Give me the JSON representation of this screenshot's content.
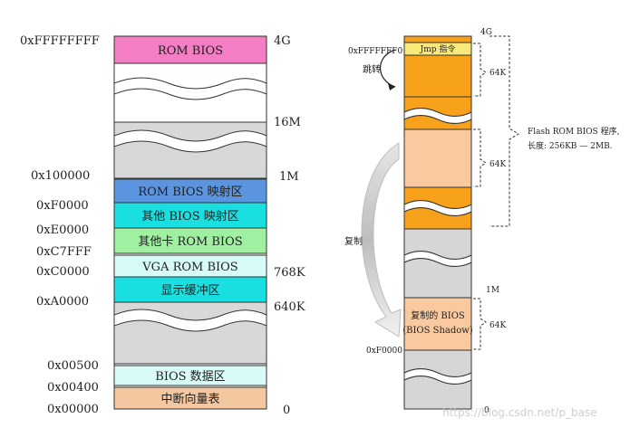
{
  "left": {
    "addresses": [
      "0xFFFFFFFF",
      "0x100000",
      "0xF0000",
      "0xE0000",
      "0xC7FFF",
      "0xC0000",
      "0xA0000",
      "0x00500",
      "0x00400",
      "0x00000"
    ],
    "sizes": [
      "4G",
      "16M",
      "1M",
      "768K",
      "640K",
      "0"
    ],
    "blocks": [
      {
        "label": "ROM BIOS",
        "color": "#f47ec3"
      },
      {
        "label": "ROM BIOS 映射区",
        "color": "#5b95e0"
      },
      {
        "label": "其他 BIOS 映射区",
        "color": "#19dfe0"
      },
      {
        "label": "其他卡 ROM BIOS",
        "color": "#9ff0a0"
      },
      {
        "label": "VGA ROM BIOS",
        "color": "#d6fbf8"
      },
      {
        "label": "显示缓冲区",
        "color": "#19dfe0"
      },
      {
        "label": "BIOS 数据区",
        "color": "#d9fbf8"
      },
      {
        "label": "中断向量表",
        "color": "#f3c79f"
      }
    ]
  },
  "right": {
    "top_size": "4G",
    "top_address": "0xFFFFFFF0",
    "jmp_label": "Jmp 指令",
    "jump_label": "跳转",
    "size_64k": "64K",
    "flash_label": "Flash ROM BIOS 程序,",
    "flash_length": "长度: 256KB — 2MB.",
    "copy_label": "复制",
    "mark_1m": "1M",
    "shadow_line1": "复制的 BIOS",
    "shadow_line2": "(BIOS Shadow)",
    "bottom_address": "0xF0000",
    "bottom_size": "0",
    "colors": {
      "orange": "#f7a21a",
      "peach": "#f9c9a0",
      "yellow": "#f8e97a",
      "gray": "#d6d6d6"
    }
  },
  "watermark": "https://blog.csdn.net/p_base"
}
